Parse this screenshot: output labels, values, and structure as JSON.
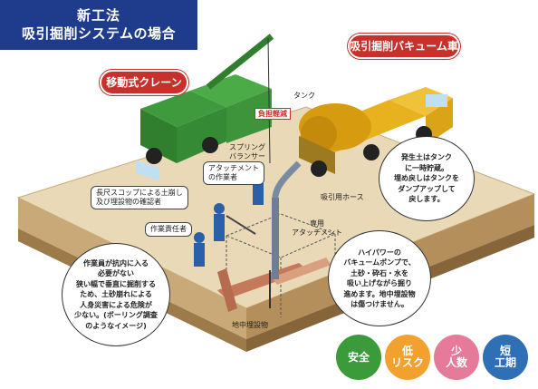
{
  "title": {
    "line1": "新工法",
    "line2": "吸引掘削システムの場合"
  },
  "tags": {
    "vacuum_truck": "吸引掘削バキューム車",
    "crane": "移動式クレーン"
  },
  "labels": {
    "load_reduction": "負担軽減",
    "tank": "タンク",
    "spring_balancer_1": "スプリング",
    "spring_balancer_2": "バランサー",
    "attachment_worker_1": "アタッチメント",
    "attachment_worker_2": "の作業者",
    "long_shovel_1": "長尺スコップによる土崩し",
    "long_shovel_2": "及び埋設物の確認者",
    "supervisor": "作業責任者",
    "suction_hose": "吸引用ホース",
    "special_attachment_1": "専用",
    "special_attachment_2": "アタッチメント",
    "buried_object": "地中埋設物"
  },
  "bubbles": {
    "tank": [
      "発生土はタンク",
      "に一時貯蔵。",
      "埋め戻しはタンクを",
      "ダンプアップして",
      "戻します。"
    ],
    "worker": [
      "作業員が抗内に入る",
      "必要がない",
      "狭い幅で垂直に掘削する",
      "ため、土砂崩れによる",
      "人身災害による危険が",
      "少ない。(ボーリング調査",
      "のようなイメージ)"
    ],
    "pump": [
      "ハイパワーの",
      "バキュームポンプで、",
      "土砂・砕石・水を",
      "吸い上げながら掘り",
      "進めます。地中埋設物",
      "は傷つけません。"
    ]
  },
  "badges": [
    {
      "label": "安全",
      "color": "#3b9b3a"
    },
    {
      "label": "低\nリスク",
      "color": "#f2a12e"
    },
    {
      "label": "少\n人数",
      "color": "#e57a9a"
    },
    {
      "label": "短\n工期",
      "color": "#2f6fb6"
    }
  ]
}
